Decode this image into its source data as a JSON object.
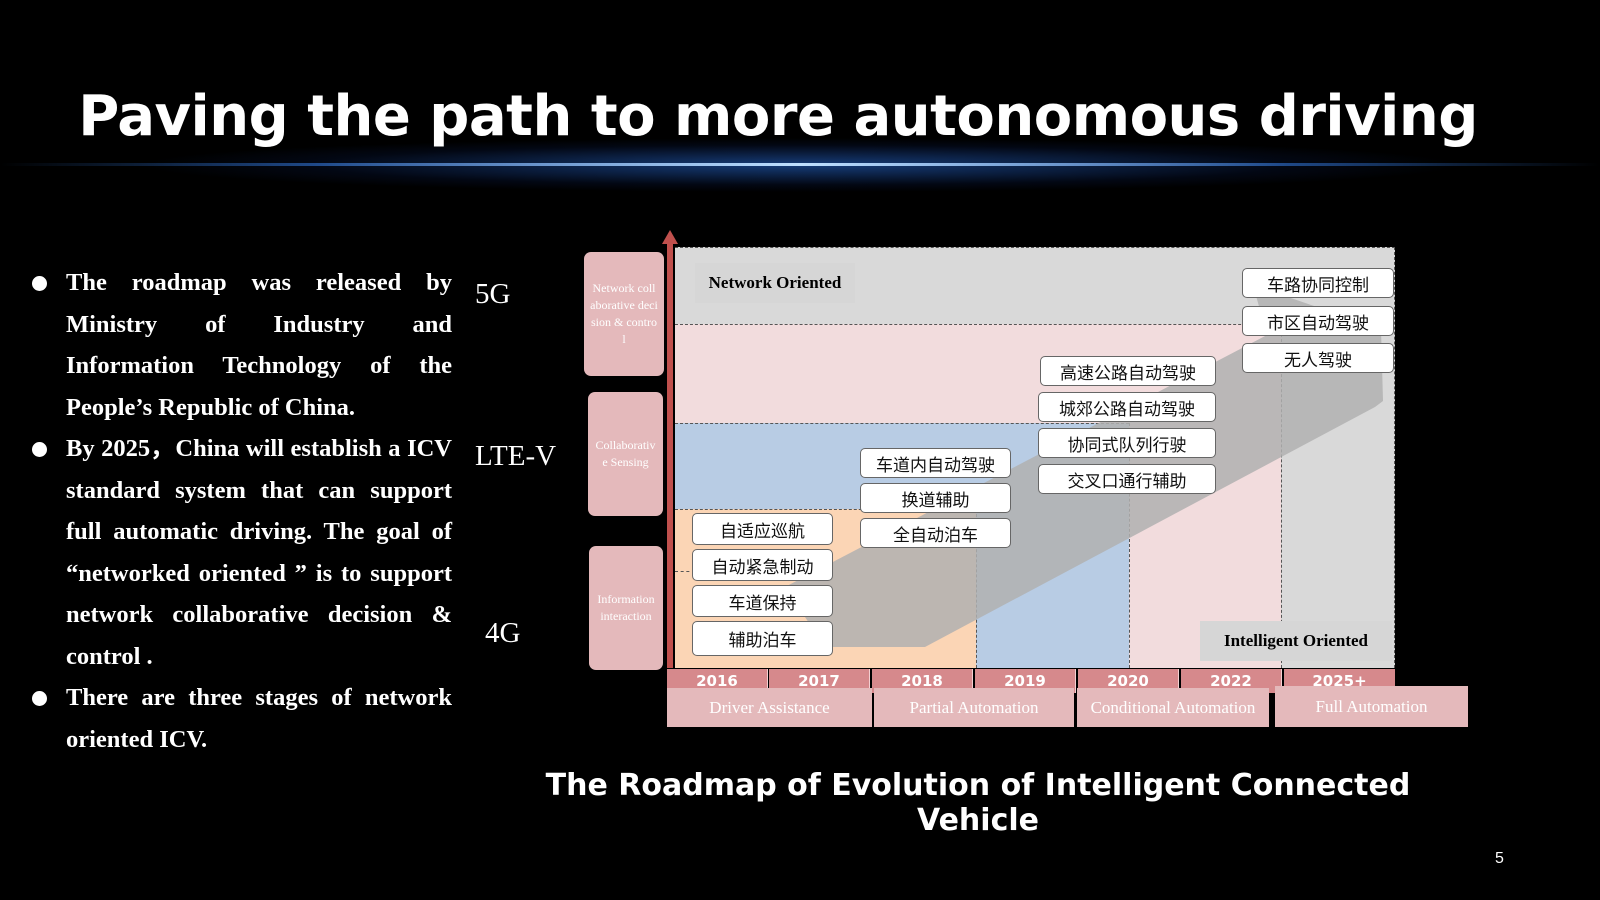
{
  "title": "Paving the path to more autonomous driving",
  "bullets": [
    "The roadmap was released by Ministry of Industry and Information Technology of the People’s Republic of China.",
    "By 2025，China will establish a ICV standard system that can support full automatic driving. The goal of “networked oriented ” is to support network collaborative decision & control .",
    "There are three stages of network oriented ICV."
  ],
  "tech_labels": {
    "t5g": "5G",
    "lte": "LTE-V",
    "t4g": "4G"
  },
  "band_labels": {
    "network": "Network collaborative decision & control",
    "collab": "Collaborative Sensing",
    "info": "Information interaction"
  },
  "zone_titles": {
    "network": "Network  Oriented",
    "intelligent": "Intelligent Oriented"
  },
  "function_boxes": {
    "acc": "自适应巡航",
    "aeb": "自动紧急制动",
    "lka": "车道保持",
    "park_assist": "辅助泊车",
    "lane_auto": "车道内自动驾驶",
    "lane_change": "换道辅助",
    "auto_park": "全自动泊车",
    "highway": "高速公路自动驾驶",
    "suburban": "城郊公路自动驾驶",
    "platoon": "协同式队列行驶",
    "intersection": "交叉口通行辅助",
    "v2x_control": "车路协同控制",
    "urban": "市区自动驾驶",
    "driverless": "无人驾驶"
  },
  "years": [
    "2016",
    "2017",
    "2018",
    "2019",
    "2020",
    "2022",
    "2025+"
  ],
  "stages": [
    "Driver Assistance",
    "Partial Automation",
    "Conditional Automation",
    "Full Automation"
  ],
  "caption": "The Roadmap of Evolution of Intelligent Connected Vehicle",
  "page_number": "5",
  "colors": {
    "background": "#000000",
    "band_pink": "#e4b9bb",
    "zone_gray": "#d9d9d9",
    "zone_light_pink": "#f2dcdd",
    "zone_blue": "#b8cce4",
    "zone_peach": "#fbd5b5",
    "axis_red": "#c0504d"
  }
}
